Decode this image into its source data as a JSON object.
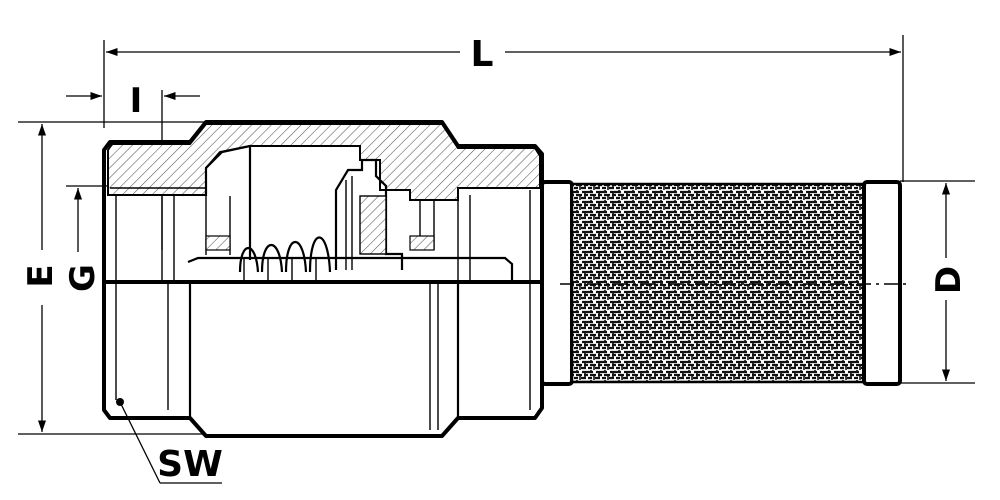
{
  "labels": {
    "length": "L",
    "insert": "I",
    "outer_diameter": "E",
    "thread": "G",
    "filter_diameter": "D",
    "wrench_size": "SW"
  }
}
